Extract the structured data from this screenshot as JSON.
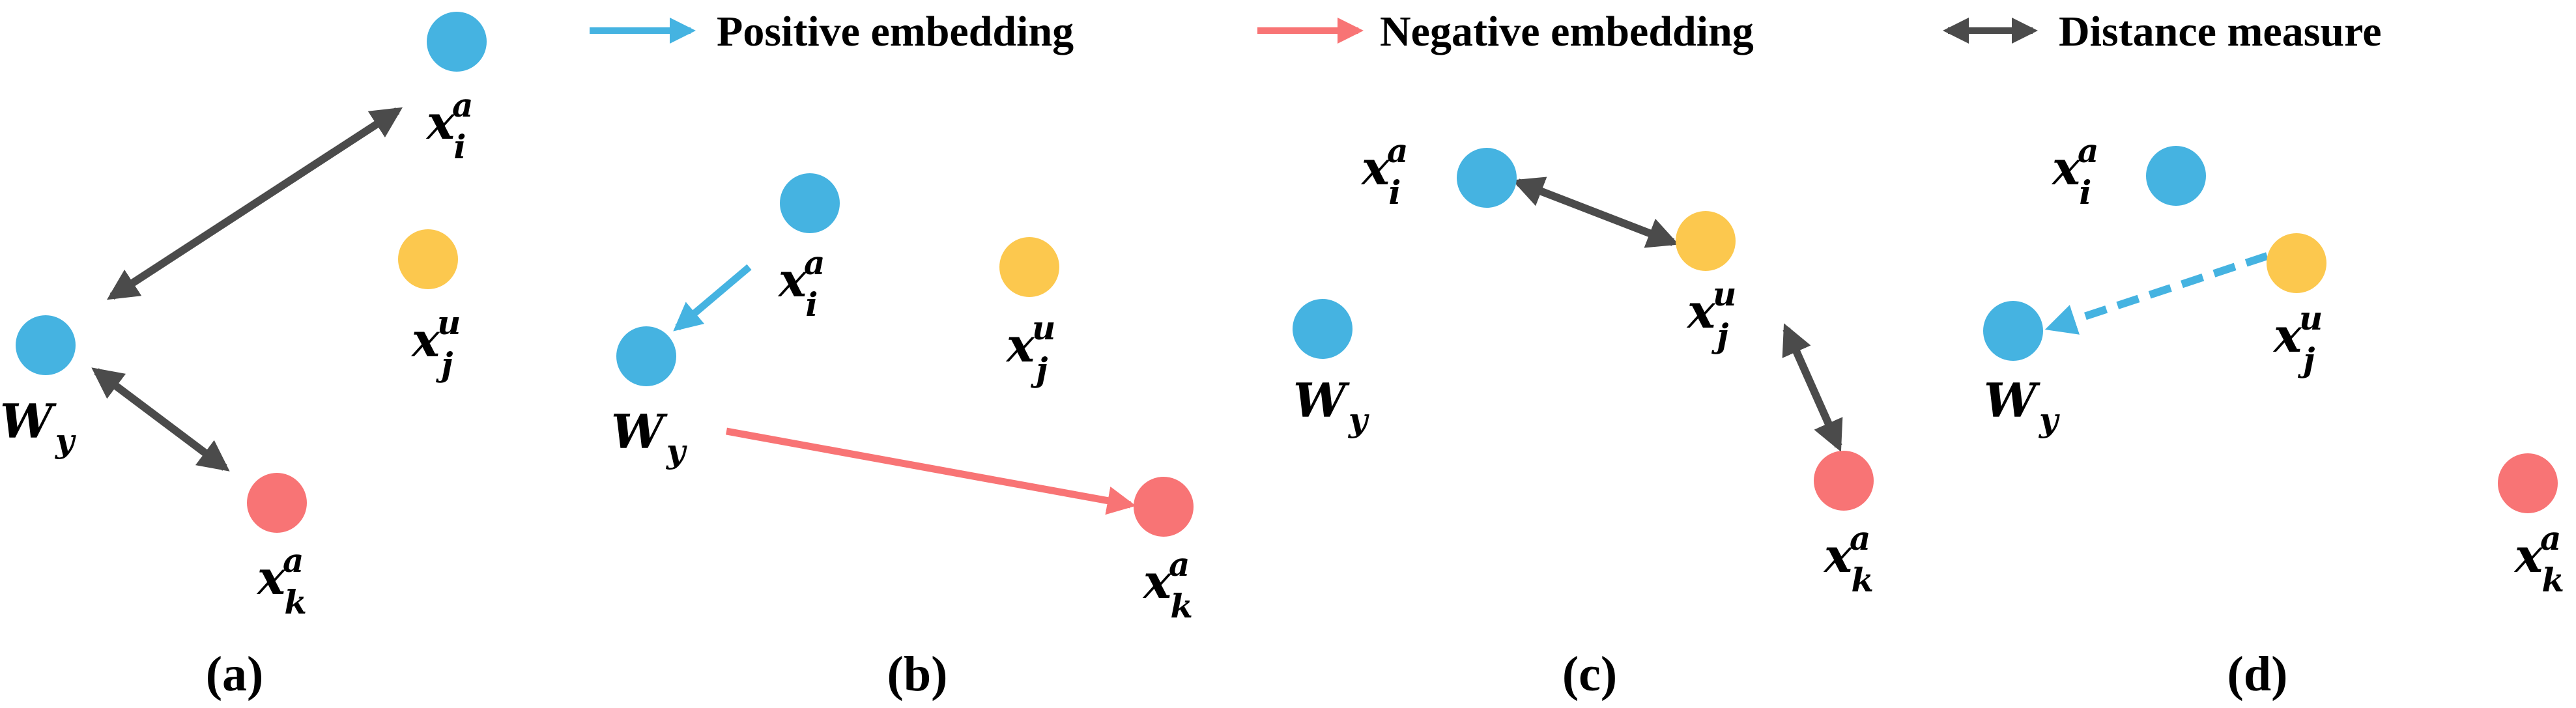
{
  "colors": {
    "blue": "#45b3e1",
    "red": "#f87475",
    "yellow": "#fcc84e",
    "dark": "#4b4b4b",
    "blue_arrow": "#45b3e1",
    "red_arrow": "#f87475"
  },
  "legend": {
    "positive": "Positive embedding",
    "negative": "Negative embedding",
    "distance": "Distance measure"
  },
  "labels": {
    "x": "x",
    "W": "W",
    "sub_y": "y",
    "sub_i": "i",
    "sub_j": "j",
    "sub_k": "k",
    "sup_a": "a",
    "sup_u": "u"
  },
  "panels": [
    {
      "label": "(a)"
    },
    {
      "label": "(b)"
    },
    {
      "label": "(c)"
    },
    {
      "label": "(d)"
    }
  ]
}
